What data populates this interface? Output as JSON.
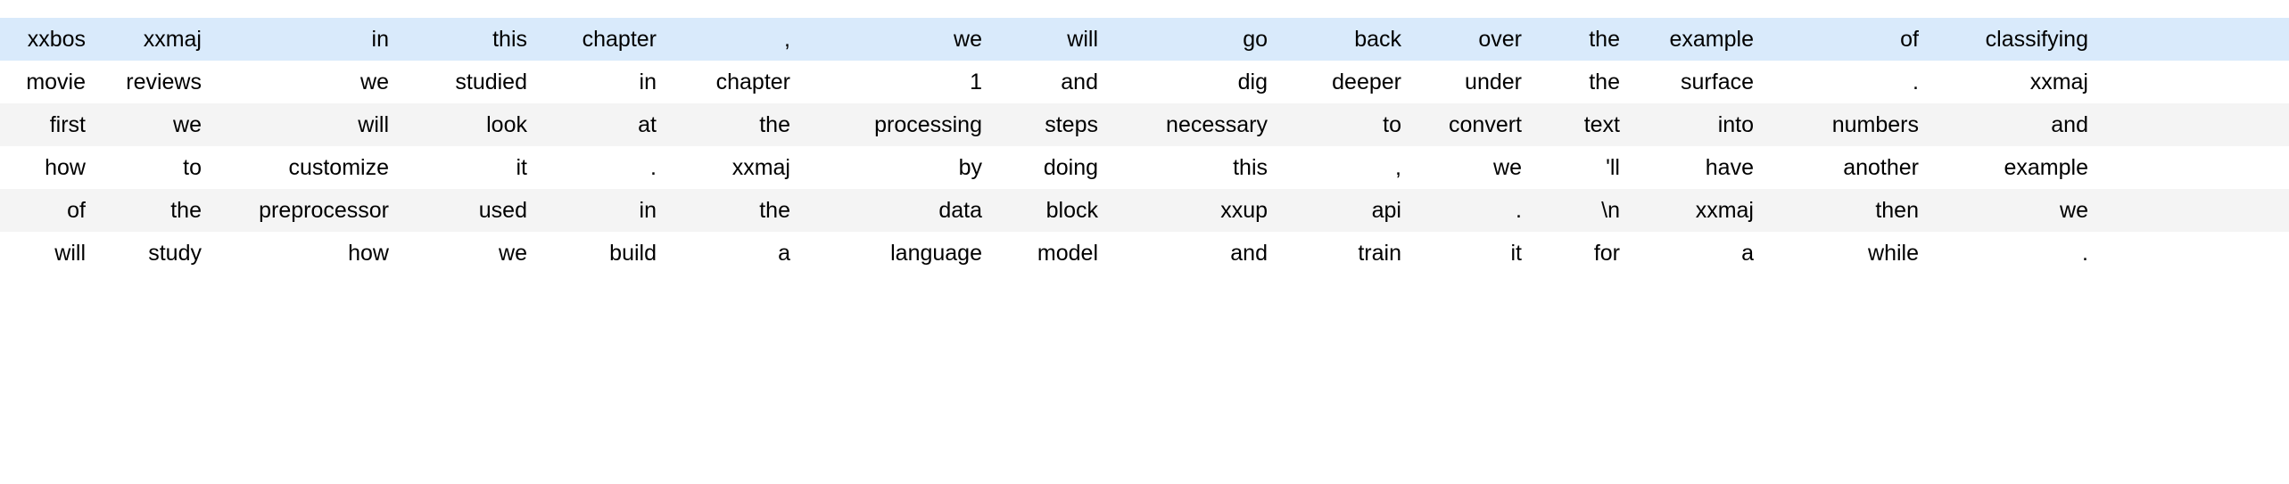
{
  "table": {
    "columns": 16,
    "rows_count": 6,
    "colors": {
      "highlight_row_bg": "#d9eafb",
      "stripe_row_bg": "#f4f4f4",
      "plain_row_bg": "#ffffff",
      "text": "#000000",
      "page_bg": "#ffffff"
    },
    "rows": [
      {
        "style": "highlight",
        "cells": [
          "xxbos",
          "xxmaj",
          "in",
          "this",
          "chapter",
          ",",
          "we",
          "will",
          "go",
          "back",
          "over",
          "the",
          "example",
          "of",
          "classifying"
        ]
      },
      {
        "style": "plain",
        "cells": [
          "movie",
          "reviews",
          "we",
          "studied",
          "in",
          "chapter",
          "1",
          "and",
          "dig",
          "deeper",
          "under",
          "the",
          "surface",
          ".",
          "xxmaj"
        ]
      },
      {
        "style": "stripe",
        "cells": [
          "first",
          "we",
          "will",
          "look",
          "at",
          "the",
          "processing",
          "steps",
          "necessary",
          "to",
          "convert",
          "text",
          "into",
          "numbers",
          "and"
        ]
      },
      {
        "style": "plain",
        "cells": [
          "how",
          "to",
          "customize",
          "it",
          ".",
          "xxmaj",
          "by",
          "doing",
          "this",
          ",",
          "we",
          "'ll",
          "have",
          "another",
          "example"
        ]
      },
      {
        "style": "stripe",
        "cells": [
          "of",
          "the",
          "preprocessor",
          "used",
          "in",
          "the",
          "data",
          "block",
          "xxup",
          "api",
          ".",
          "\\n",
          "xxmaj",
          "then",
          "we"
        ]
      },
      {
        "style": "plain",
        "cells": [
          "will",
          "study",
          "how",
          "we",
          "build",
          "a",
          "language",
          "model",
          "and",
          "train",
          "it",
          "for",
          "a",
          "while",
          "."
        ]
      }
    ]
  }
}
